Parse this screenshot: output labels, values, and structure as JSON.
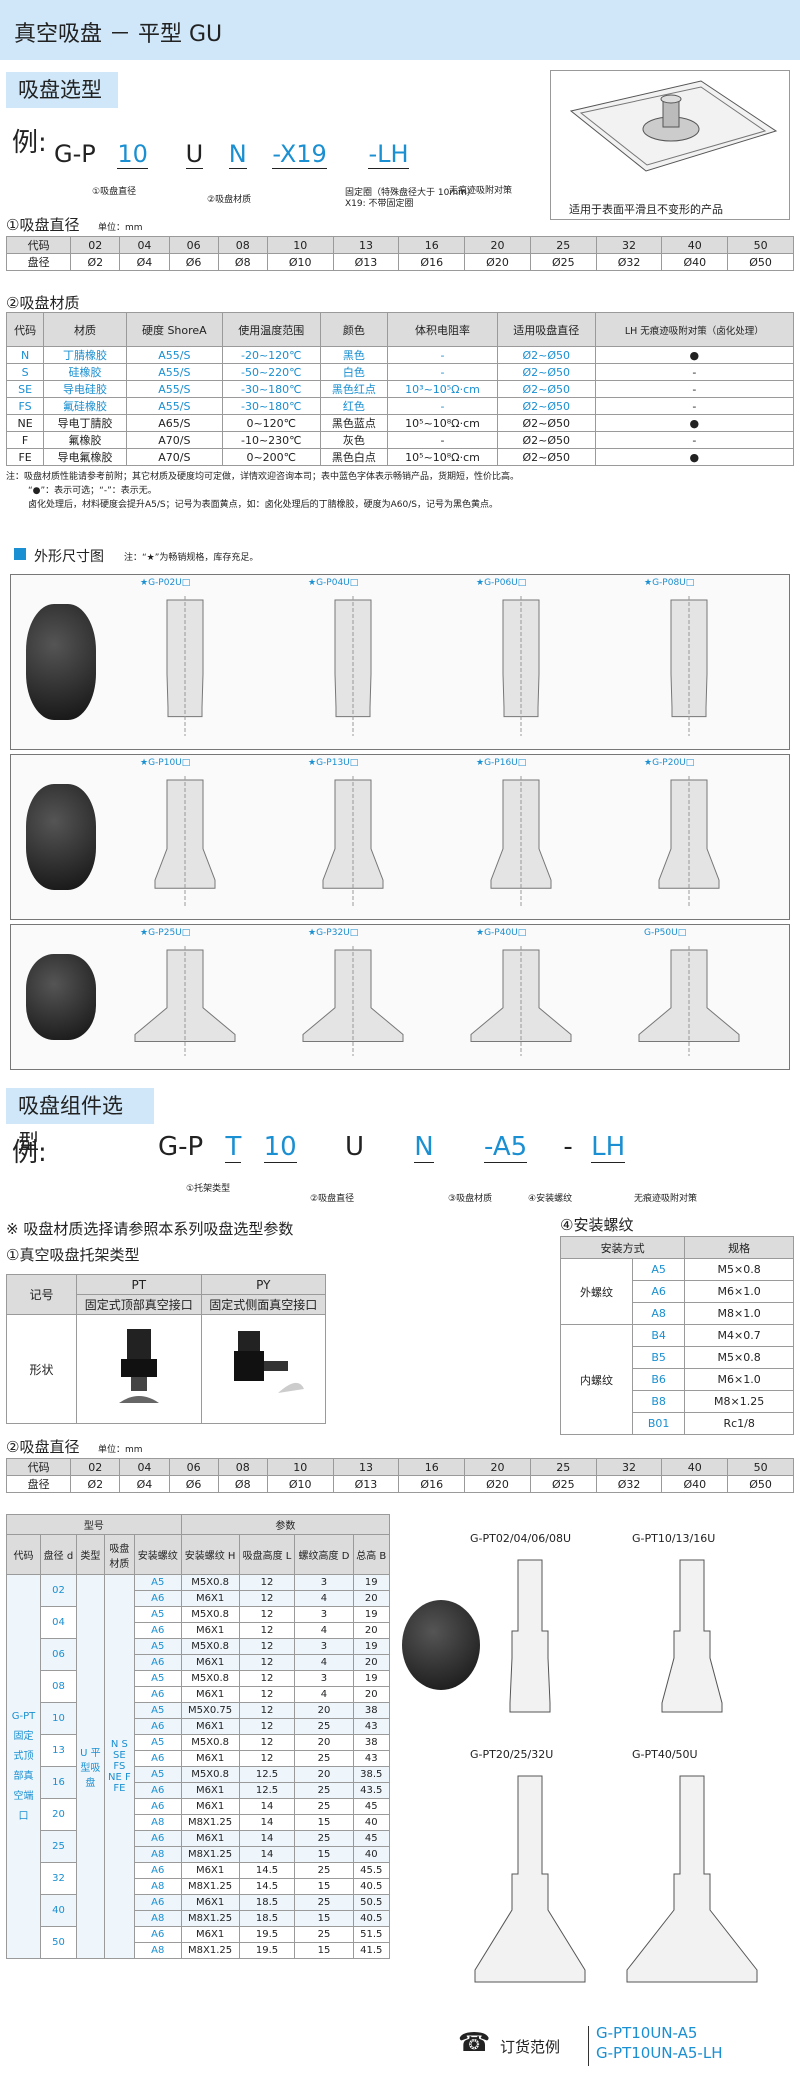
{
  "header": {
    "title": "真空吸盘 － 平型 GU"
  },
  "sec1": {
    "title": "吸盘选型",
    "example": {
      "prefix": "例:",
      "code": [
        "G-P",
        "10",
        "U",
        "N",
        "-X19",
        "-LH"
      ],
      "notes": [
        "①吸盘直径",
        "②吸盘材质",
        "固定圈（特殊盘径大于 10mm）",
        "X19: 不带固定圈",
        "无痕迹吸附对策"
      ]
    },
    "picture_caption": "适用于表面平滑且不变形的产品"
  },
  "dia": {
    "title": "①吸盘直径",
    "unit": "单位：mm",
    "rows": [
      [
        "代码",
        "02",
        "04",
        "06",
        "08",
        "10",
        "13",
        "16",
        "20",
        "25",
        "32",
        "40",
        "50"
      ],
      [
        "盘径",
        "Ø2",
        "Ø4",
        "Ø6",
        "Ø8",
        "Ø10",
        "Ø13",
        "Ø16",
        "Ø20",
        "Ø25",
        "Ø32",
        "Ø40",
        "Ø50"
      ]
    ]
  },
  "mat": {
    "title": "②吸盘材质",
    "head": [
      "代码",
      "材质",
      "硬度 ShoreA",
      "使用温度范围",
      "颜色",
      "体积电阻率",
      "适用吸盘直径",
      "LH 无痕迹吸附对策（卤化处理）"
    ],
    "rows": [
      [
        "N",
        "丁腈橡胶",
        "A55/S",
        "-20~120℃",
        "黑色",
        "-",
        "Ø2~Ø50",
        "●"
      ],
      [
        "S",
        "硅橡胶",
        "A55/S",
        "-50~220℃",
        "白色",
        "-",
        "Ø2~Ø50",
        "-"
      ],
      [
        "SE",
        "导电硅胶",
        "A55/S",
        "-30~180℃",
        "黑色红点",
        "10³~10⁵Ω·cm",
        "Ø2~Ø50",
        "-"
      ],
      [
        "FS",
        "氟硅橡胶",
        "A55/S",
        "-30~180℃",
        "红色",
        "-",
        "Ø2~Ø50",
        "-"
      ],
      [
        "NE",
        "导电丁腈胶",
        "A65/S",
        "0~120℃",
        "黑色蓝点",
        "10⁵~10⁸Ω·cm",
        "Ø2~Ø50",
        "●"
      ],
      [
        "F",
        "氟橡胶",
        "A70/S",
        "-10~230℃",
        "灰色",
        "-",
        "Ø2~Ø50",
        "-"
      ],
      [
        "FE",
        "导电氟橡胶",
        "A70/S",
        "0~200℃",
        "黑色白点",
        "10⁵~10⁸Ω·cm",
        "Ø2~Ø50",
        "●"
      ]
    ],
    "notes": [
      "注：吸盘材质性能请参考前附；其它材质及硬度均可定做，详情欢迎咨询本司；表中蓝色字体表示畅销产品，货期短，性价比高。",
      "“●”：表示可选；“-”：表示无。",
      "卤化处理后，材料硬度会提升A5/S；记号为表面黄点，如：卤化处理后的丁腈橡胶，硬度为A60/S，记号为黑色黄点。"
    ]
  },
  "dims": {
    "title": "外形尺寸图",
    "note": "注：“★”为畅销规格，库存充足。",
    "panels": [
      [
        "★G-P02U□",
        "★G-P04U□",
        "★G-P06U□",
        "★G-P08U□"
      ],
      [
        "★G-P10U□",
        "★G-P13U□",
        "★G-P16U□",
        "★G-P20U□"
      ],
      [
        "★G-P25U□",
        "★G-P32U□",
        "★G-P40U□",
        "G-P50U□"
      ]
    ]
  },
  "sec2": {
    "title": "吸盘组件选型",
    "example": {
      "prefix": "例:",
      "code": [
        "G-P",
        "T",
        "10",
        "U",
        "N",
        "-A5",
        "-",
        "LH"
      ],
      "notes": [
        "①托架类型",
        "②吸盘直径",
        "③吸盘材质",
        "④安装螺纹",
        "无痕迹吸附对策"
      ]
    },
    "matnote": "※ 吸盘材质选择请参照本系列吸盘选型参数",
    "bracket": {
      "title": "①真空吸盘托架类型",
      "head": [
        "记号",
        "PT",
        "PY"
      ],
      "sub": [
        "固定式顶部真空接口",
        "固定式侧面真空接口"
      ],
      "row_label": "形状"
    },
    "thread": {
      "title": "④安装螺纹",
      "head": [
        "安装方式",
        "规格"
      ],
      "outer": "外螺纹",
      "inner": "内螺纹",
      "rows": [
        [
          "A5",
          "M5×0.8"
        ],
        [
          "A6",
          "M6×1.0"
        ],
        [
          "A8",
          "M8×1.0"
        ],
        [
          "B4",
          "M4×0.7"
        ],
        [
          "B5",
          "M5×0.8"
        ],
        [
          "B6",
          "M6×1.0"
        ],
        [
          "B8",
          "M8×1.25"
        ],
        [
          "B01",
          "Rc1/8"
        ]
      ]
    },
    "dia_title": "②吸盘直径",
    "unit": "单位：mm"
  },
  "spec": {
    "head1": [
      "型号",
      "参数"
    ],
    "head2": [
      "代码",
      "盘径 d",
      "类型",
      "吸盘材质",
      "安装螺纹",
      "安装螺纹 H",
      "吸盘高度 L",
      "螺纹高度 D",
      "总高 B"
    ],
    "code": "G-PT 固定式顶部真空端口",
    "type": "U 平型吸盘",
    "mats": "N S SE FS NE F FE",
    "groups": [
      [
        "02",
        [
          [
            "A5",
            "M5X0.8",
            "12",
            "3",
            "19"
          ],
          [
            "A6",
            "M6X1",
            "12",
            "4",
            "20"
          ]
        ]
      ],
      [
        "04",
        [
          [
            "A5",
            "M5X0.8",
            "12",
            "3",
            "19"
          ],
          [
            "A6",
            "M6X1",
            "12",
            "4",
            "20"
          ]
        ]
      ],
      [
        "06",
        [
          [
            "A5",
            "M5X0.8",
            "12",
            "3",
            "19"
          ],
          [
            "A6",
            "M6X1",
            "12",
            "4",
            "20"
          ]
        ]
      ],
      [
        "08",
        [
          [
            "A5",
            "M5X0.8",
            "12",
            "3",
            "19"
          ],
          [
            "A6",
            "M6X1",
            "12",
            "4",
            "20"
          ]
        ]
      ],
      [
        "10",
        [
          [
            "A5",
            "M5X0.75",
            "12",
            "20",
            "38"
          ],
          [
            "A6",
            "M6X1",
            "12",
            "25",
            "43"
          ]
        ]
      ],
      [
        "13",
        [
          [
            "A5",
            "M5X0.8",
            "12",
            "20",
            "38"
          ],
          [
            "A6",
            "M6X1",
            "12",
            "25",
            "43"
          ]
        ]
      ],
      [
        "16",
        [
          [
            "A5",
            "M5X0.8",
            "12.5",
            "20",
            "38.5"
          ],
          [
            "A6",
            "M6X1",
            "12.5",
            "25",
            "43.5"
          ]
        ]
      ],
      [
        "20",
        [
          [
            "A6",
            "M6X1",
            "14",
            "25",
            "45"
          ],
          [
            "A8",
            "M8X1.25",
            "14",
            "15",
            "40"
          ]
        ]
      ],
      [
        "25",
        [
          [
            "A6",
            "M6X1",
            "14",
            "25",
            "45"
          ],
          [
            "A8",
            "M8X1.25",
            "14",
            "15",
            "40"
          ]
        ]
      ],
      [
        "32",
        [
          [
            "A6",
            "M6X1",
            "14.5",
            "25",
            "45.5"
          ],
          [
            "A8",
            "M8X1.25",
            "14.5",
            "15",
            "40.5"
          ]
        ]
      ],
      [
        "40",
        [
          [
            "A6",
            "M6X1",
            "18.5",
            "25",
            "50.5"
          ],
          [
            "A8",
            "M8X1.25",
            "18.5",
            "15",
            "40.5"
          ]
        ]
      ],
      [
        "50",
        [
          [
            "A6",
            "M6X1",
            "19.5",
            "25",
            "51.5"
          ],
          [
            "A8",
            "M8X1.25",
            "19.5",
            "15",
            "41.5"
          ]
        ]
      ]
    ]
  },
  "drawings": [
    "G-PT02/04/06/08U",
    "G-PT10/13/16U",
    "G-PT20/25/32U",
    "G-PT40/50U"
  ],
  "order": {
    "label": "订货范例",
    "codes": [
      "G-PT10UN-A5",
      "G-PT10UN-A5-LH"
    ]
  },
  "colors": {
    "accent": "#1a8fd1",
    "band": "#cfe7f8"
  }
}
